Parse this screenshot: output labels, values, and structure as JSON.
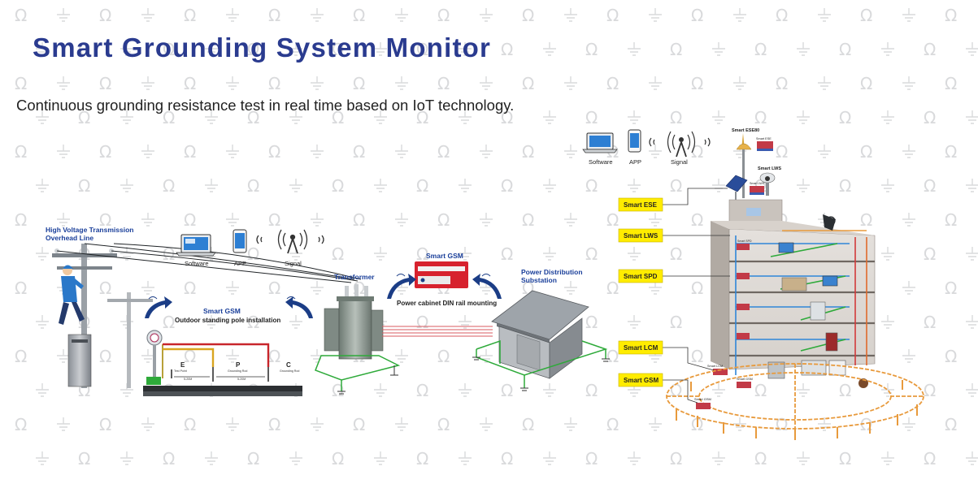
{
  "title": "Smart Grounding System Monitor",
  "subtitle": "Continuous grounding resistance test in real time  based on IoT technology.",
  "left_scene": {
    "hv_line_label_1": "High Voltage Transmission",
    "hv_line_label_2": "Overhead Line",
    "software": "Software",
    "app": "APP",
    "signal": "Signal",
    "gsm_title": "Smart GSM",
    "gsm_caption": "Outdoor standing pole installation",
    "electrode_e": "E",
    "electrode_p": "P",
    "electrode_c": "C",
    "electrode_e_sub": "Test Point",
    "electrode_p_sub": "Grounding Rod",
    "electrode_c_sub": "Grounding Rod",
    "distance_1": "5-20M",
    "distance_2": "5-20M",
    "transformer": "Transformer"
  },
  "middle_scene": {
    "gsm_title": "Smart GSM",
    "gsm_caption": "Power cabinet DIN rail mounting",
    "substation_1": "Power Distribution",
    "substation_2": "Substation"
  },
  "right_scene": {
    "software": "Software",
    "app": "APP",
    "signal": "Signal",
    "ese_top_label": "Smart ESE80",
    "ese_mini": "Smart ESE",
    "lws_label": "Smart LWS",
    "lws_mini": "Smart LWS",
    "spd_mini": "Smart SPD",
    "lcm_mini": "Smart LCM",
    "gsm_mini": "Smart GSM",
    "gsm_ground": "Smart GSM",
    "tags": [
      "Smart ESE",
      "Smart LWS",
      "Smart SPD",
      "Smart LCM",
      "Smart GSM"
    ]
  },
  "colors": {
    "title": "#2a3b8f",
    "label_blue": "#1a3f9a",
    "tag_yellow": "#ffec00",
    "ground_green": "#2eaa3a",
    "cable_red": "#d8585f",
    "wall_orange": "#e89a3c",
    "building_blue": "#2f86d8"
  }
}
